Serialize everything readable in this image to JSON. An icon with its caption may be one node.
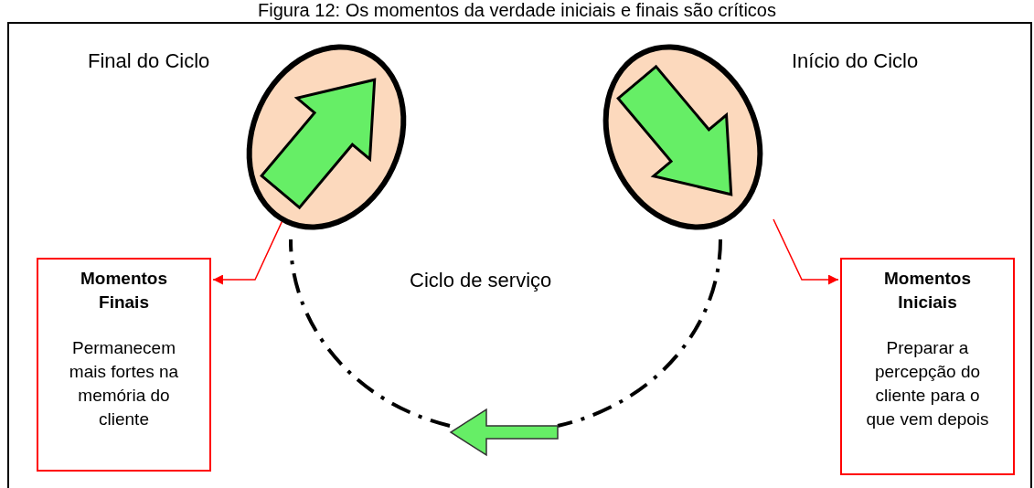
{
  "diagram": {
    "title": "Figura 12: Os momentos da verdade iniciais e finais são críticos",
    "nodes": [
      {
        "text": [],
        "shape": "ellipse",
        "beside": [
          "Final do Ciclo"
        ]
      },
      {
        "text": [],
        "shape": "ellipse",
        "beside": [
          "Início do Ciclo"
        ]
      },
      {
        "text": [
          "Momentos Finais",
          "Permanecem mais fortes na memória do cliente"
        ]
      },
      {
        "text": [
          "Momentos Iniciais",
          "Preparar a percepção do cliente para o que vem depois"
        ]
      },
      {
        "text": [],
        "shape": "arrow"
      }
    ],
    "edges": [
      {
        "from": 0,
        "to": 2,
        "arrow": "to",
        "color": "#ff0000"
      },
      {
        "from": 1,
        "to": 3,
        "arrow": "to",
        "color": "#ff0000"
      },
      {
        "from": 1,
        "to": 4,
        "arrow": "none",
        "style": "dashed",
        "color": "#000000"
      },
      {
        "from": 4,
        "to": 0,
        "arrow": "none",
        "style": "dashed",
        "color": "#000000"
      }
    ],
    "labels": [
      "Ciclo de serviço"
    ]
  }
}
